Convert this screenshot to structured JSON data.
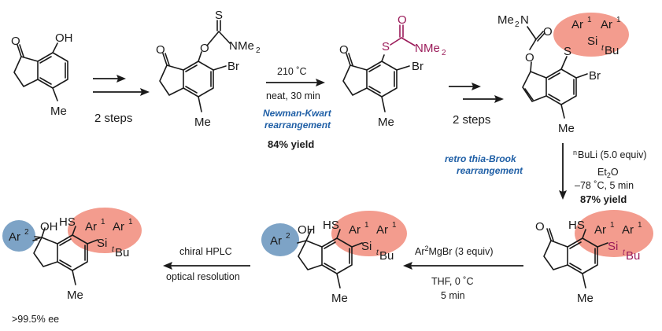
{
  "atoms": {
    "O": "O",
    "OH": "OH",
    "S": "S",
    "Br": "Br",
    "Me": "Me",
    "HS": "HS",
    "Si": "Si",
    "N": "N",
    "Ar1": "Ar",
    "Ar2": "Ar",
    "Bu": "Bu",
    "Me2": "Me",
    "Me2N": "Me",
    "sup1": "1",
    "sup2": "2",
    "subs2": "2",
    "t": "t"
  },
  "steps": {
    "step1": "2 steps",
    "step2_temp": "210 ˚C",
    "step2_cond": "neat, 30 min",
    "step2_name_line1": "Newman-Kwart",
    "step2_name_line2": "rearrangement",
    "step2_yield": "84% yield",
    "step3": "2 steps",
    "step4_name_line1": "retro thia-Brook",
    "step4_name_line2": "rearrangement",
    "step4_reagent": "BuLi (5.0 equiv)",
    "step4_reagent_sup": "n",
    "step4_solvent": "Et",
    "step4_solvent_sub": "2",
    "step4_solvent_end": "O",
    "step4_cond": "–78 ˚C, 5 min",
    "step4_yield": "87% yield",
    "step5_reagent_pre": "Ar",
    "step5_reagent_sup": "2",
    "step5_reagent_post": "MgBr (3  equiv)",
    "step5_solvent": "THF, 0 ˚C",
    "step5_time": "5 min",
    "step6_line1": "chiral HPLC",
    "step6_line2": "optical resolution",
    "ee": ">99.5% ee"
  }
}
